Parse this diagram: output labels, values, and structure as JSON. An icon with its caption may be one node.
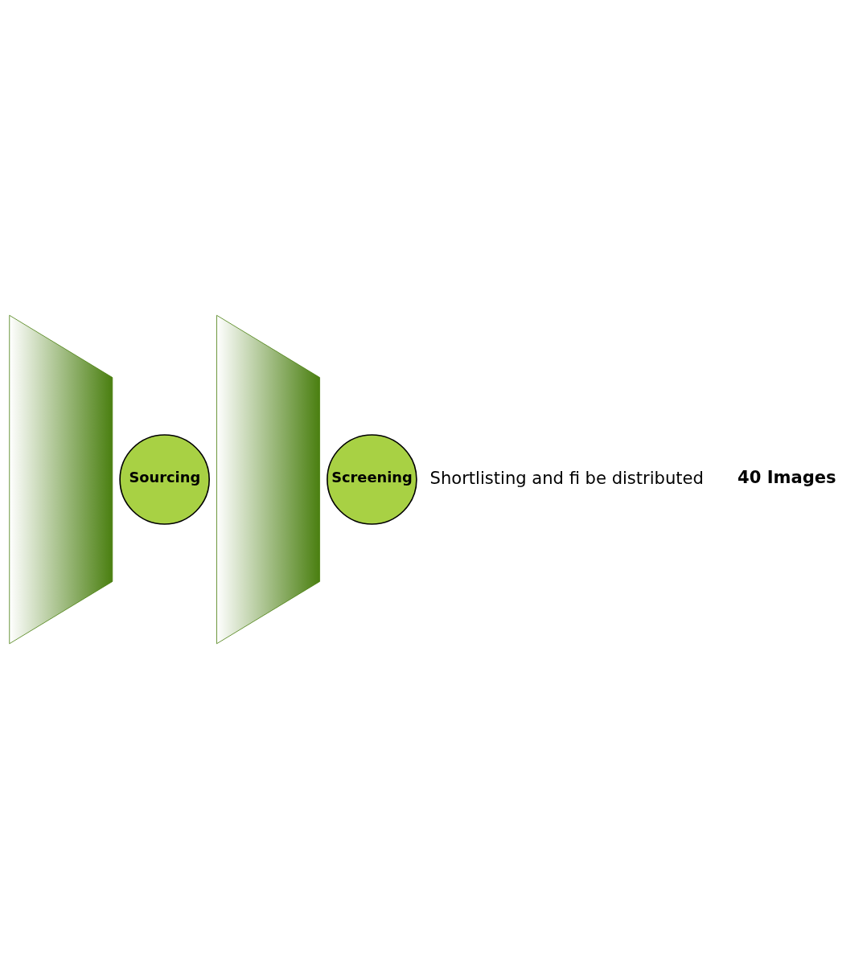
{
  "diagram": {
    "nodes": [
      {
        "text": [],
        "shape": "band"
      },
      {
        "text": [
          "Sourcing"
        ]
      },
      {
        "text": [],
        "shape": "band"
      },
      {
        "text": [
          "Screening"
        ]
      }
    ],
    "edges": [],
    "labels": [
      "Shortlisting and fi be distributed",
      "40 Images"
    ]
  }
}
